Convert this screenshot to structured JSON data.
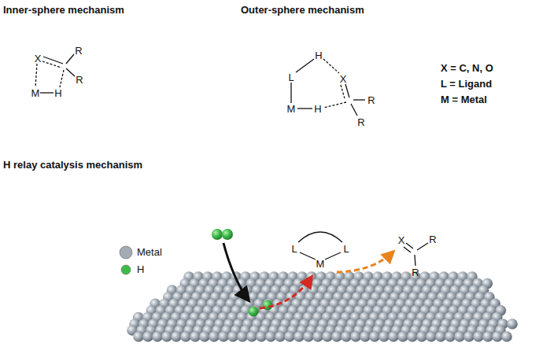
{
  "diagram": {
    "labels": [
      "Inner-sphere mechanism",
      "Outer-sphere mechanism",
      "X",
      "R",
      "R",
      "M",
      "H",
      "L",
      "H",
      "X",
      "M",
      "H",
      "R",
      "R",
      "X = C, N, O",
      "L = Ligand",
      "M = Metal",
      "H relay catalysis mechanism",
      "L",
      "L",
      "M",
      "X",
      "R",
      "R"
    ],
    "legend": [
      {
        "text": "Metal",
        "color": "#a3abb5"
      },
      {
        "text": "H",
        "color": "#3dbb4a"
      }
    ]
  }
}
